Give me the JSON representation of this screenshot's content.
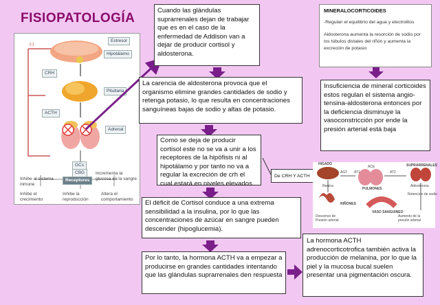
{
  "title": "FISIOPATOLOGÍA",
  "boxes": {
    "b1": "Cuando las glándulas suprarrenales dejan de trabajar que es en el caso de la enfermedad de Addison van a dejar de producir cortisol y aldosterona.",
    "b2": "La carencia de aldosterona provoca que el organismo elimine grandes cantidades de sodio y retenga potasio, lo que resulta en concentraciones sanguíneas bajas de sodio y altas de potasio.",
    "b3": "Como se deja de producir cortisol este no se va a unir a los receptores de la hipófisis ni al hipotálamo y por tanto no va a regular la excreción de crh el cual estará en niveles elevados",
    "b3_side": "De CRH Y ACTH",
    "b4": "El déficit de Cortisol conduce a una extrema sensibilidad a la insulina, por lo que las concentraciones de azúcar en sangre pueden descender (hipoglucemia).",
    "b5": "Por lo tanto, la hormona ACTH va a empezar a producirse en grandes cantidades intentando que las glándulas suprarrenales den respuesta",
    "b6": "La hormona ACTH adrenocorticotrofica también activa la producción de melanina, por lo que la piel y la mucosa bucal suelen presentar una pigmentación oscura.",
    "mineral_title": "MINERALOCORTICOIDES",
    "mineral_1": "-Regulan el equilibrio del agua y electrolitos",
    "mineral_2": "Aldosterona aumenta la resorción de sodio por los túbulos distales del riñón y aumenta la excreción de potasio",
    "b8": "Insuficiencia de mineral corticoides estos regulan el sistema angio-tensina-aldosterona entonces por la deficiencia disminuye la vasoconstricción por ende la presión arterial está baja"
  },
  "figure_left": {
    "minus": "(-)",
    "estresor": "Estresor",
    "hipotalamo": "Hipotálamo",
    "crh": "CRH",
    "pituitaria": "Pituitaria",
    "acth": "ACTH",
    "adrenal": "Adrenal",
    "gcs": "GCs",
    "cbg": "CBG",
    "receptores": "Receptores",
    "inhibe_inmune": "Inhibe al sistema inmune",
    "incrementa_glucosa": "Incrementa la glucosa en la sangre",
    "inhibe_crecimiento": "Inhibe el crecimiento",
    "inhibe_reproduccion": "Inhibe la reproducción",
    "altera_comportamiento": "Altera el comportamiento"
  },
  "figure_right": {
    "higado": "HIGADO",
    "renina": "Renina",
    "rinones": "RIÑONES",
    "pulmones": "PULMONES",
    "suprarrenales": "SUPRARRENALES",
    "aldosterona": "Aldosterona",
    "vaso": "VASO SANGUINEO",
    "at1": "AT1",
    "at2": "AT2",
    "agt": "AGT",
    "ace": "ACE",
    "descenso": "Descenso de Presión arterial",
    "aumento": "Aumento de la presión arterial",
    "retencion": "Retención de sodio"
  }
}
